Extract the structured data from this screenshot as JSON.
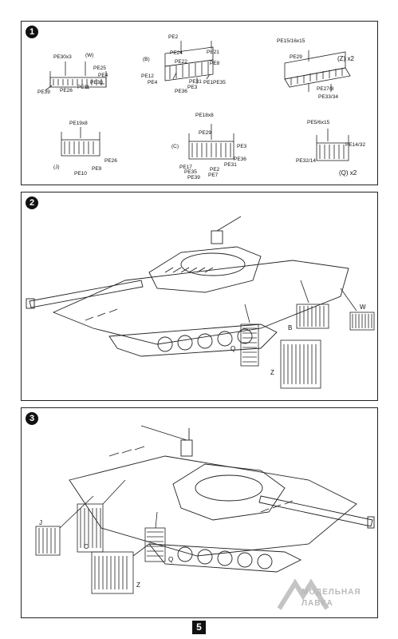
{
  "page_number": "5",
  "steps": [
    {
      "number": "1",
      "labels": {
        "pe30x3": "PE30x3",
        "w": "(W)",
        "pe25": "PE25",
        "pe4": "PE4",
        "pe30": "PE30",
        "pe11": "PE11",
        "pe26": "PE26",
        "pe39": "PE39",
        "pe2": "PE2",
        "b": "(B)",
        "pe24": "PE24",
        "pe21": "PE21",
        "pe22": "PE22",
        "pe12": "PE12",
        "pe8": "PE8",
        "pe4b": "PE4",
        "pe3": "PE3",
        "pe31": "PE31",
        "pe1": "PE1",
        "pe35": "PE35",
        "pe36": "PE36",
        "pe15x16x15": "PE15/16x15",
        "pe29": "PE29",
        "zx2": "(Z) x2",
        "pe27_8": "PE27/8",
        "pe33_34": "PE33/34",
        "pe19x8": "PE19x8",
        "j": "(J)",
        "pe10": "PE10",
        "pe9": "PE9",
        "pe26b": "PE26",
        "pe18x8": "PE18x8",
        "pe29b": "PE29",
        "c": "(C)",
        "pe3b": "PE3",
        "pe36b": "PE36",
        "pe31b": "PE31",
        "pe17": "PE17",
        "pe35b": "PE35",
        "pe2b": "PE2",
        "pe7": "PE7",
        "pe39b": "PE39",
        "pe5x6x15": "PE5/6x15",
        "pe14_32": "PE14/32",
        "pe32_14": "PE32/14",
        "qx2": "(Q) x2"
      }
    },
    {
      "number": "2",
      "labels": {
        "w": "W",
        "b": "B",
        "q": "Q",
        "z": "Z"
      }
    },
    {
      "number": "3",
      "labels": {
        "j": "J",
        "c": "C",
        "q": "Q",
        "z": "Z"
      }
    }
  ],
  "watermark": {
    "line1": "МОДЕЛЬНАЯ",
    "line2": "ЛАВКА"
  }
}
